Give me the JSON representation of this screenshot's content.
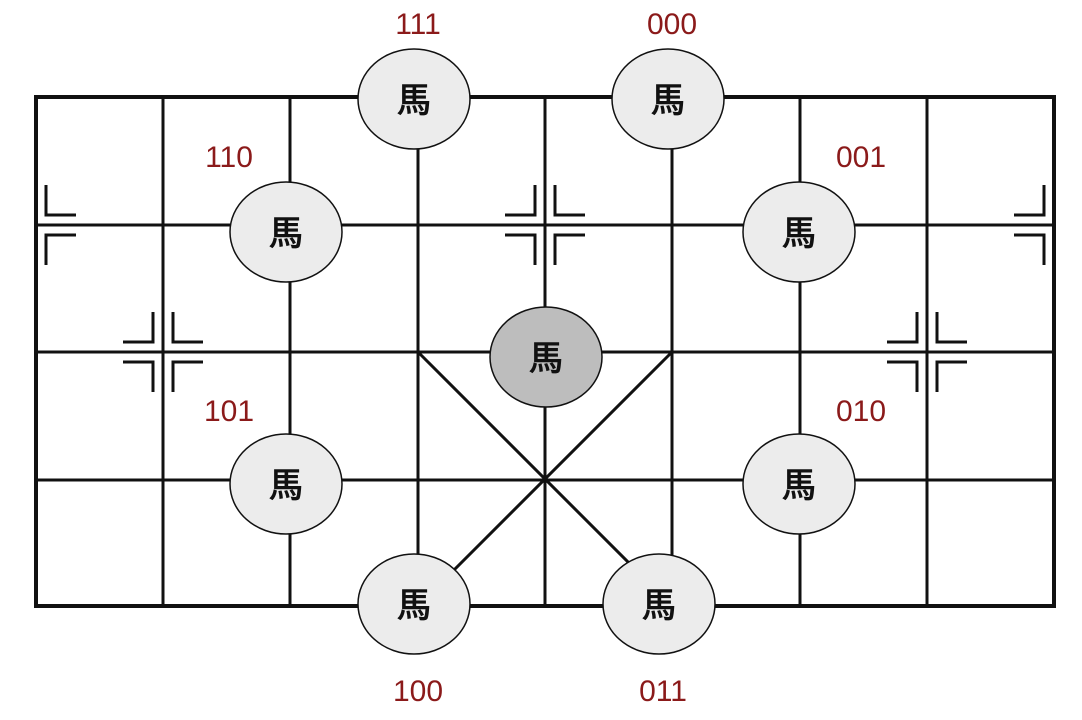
{
  "diagram": {
    "piece_char": "馬",
    "colors": {
      "line": "#111111",
      "piece_fill": "#ececec",
      "center_piece_fill": "#bdbdbd",
      "label": "#8b1a1a"
    },
    "labels": {
      "top_left": "111",
      "top_right": "000",
      "upper_left": "110",
      "upper_right": "001",
      "lower_left": "101",
      "lower_right": "010",
      "bottom_left": "100",
      "bottom_right": "011"
    }
  }
}
